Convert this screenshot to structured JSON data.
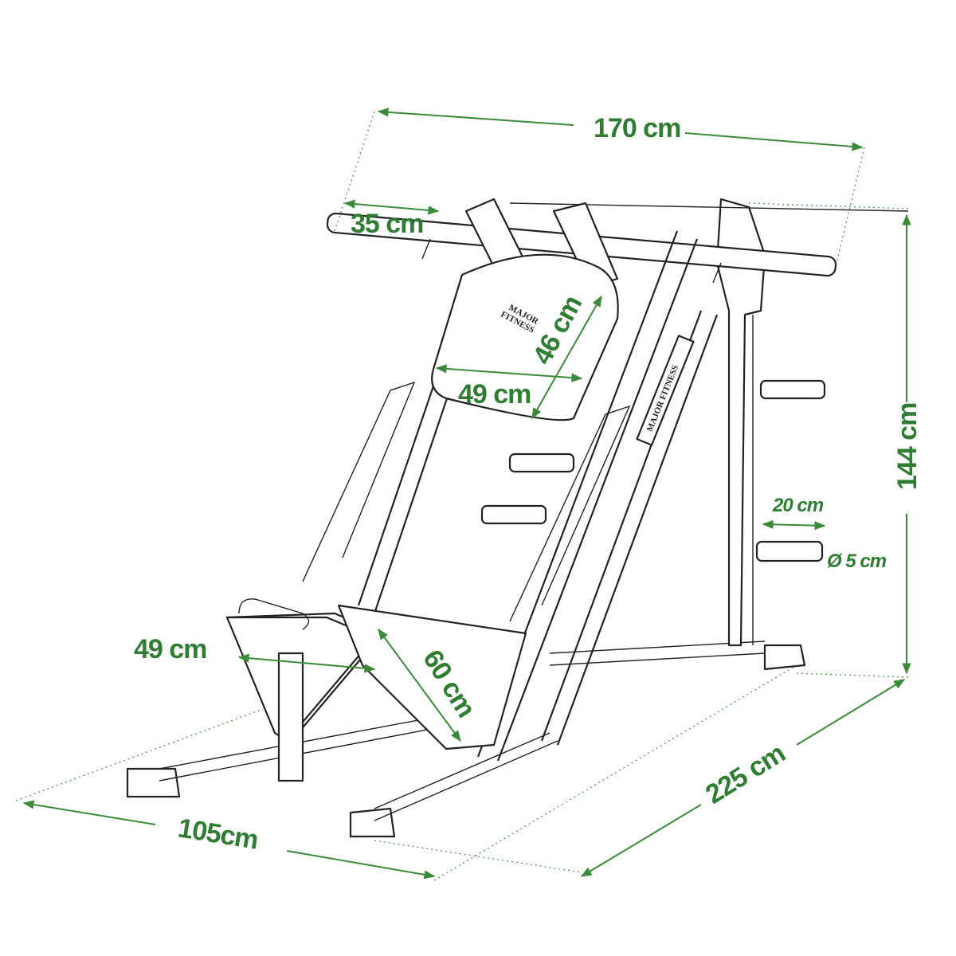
{
  "brand": {
    "name": "MAJOR FITNESS",
    "line1": "MAJOR",
    "line2": "FITNESS"
  },
  "colors": {
    "dimension": "#2e7d32",
    "line_art": "#222222",
    "background": "#ffffff"
  },
  "dimensions": {
    "overall_width": "170 cm",
    "handle_length": "35 cm",
    "backrest_height": "46 cm",
    "backrest_width": "49 cm",
    "overall_height": "144 cm",
    "weight_horn_length": "20 cm",
    "weight_horn_diameter": "Ø 5 cm",
    "footplate_width": "49 cm",
    "footplate_length": "60 cm",
    "overall_length": "225 cm",
    "base_width": "105cm"
  }
}
